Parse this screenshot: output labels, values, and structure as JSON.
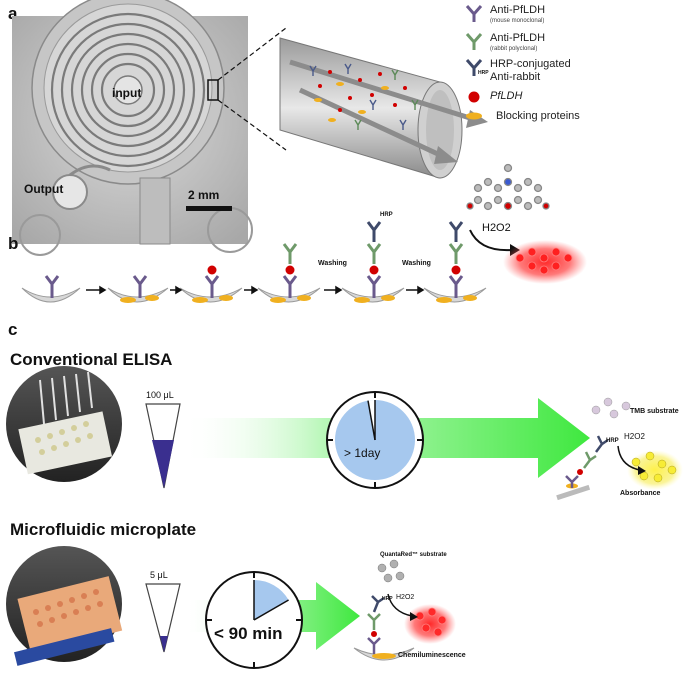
{
  "panels": {
    "a": "a",
    "b": "b",
    "c": "c"
  },
  "panel_a": {
    "input_label": "input",
    "output_label": "Output",
    "scale_bar": "2 mm",
    "legend": [
      {
        "main": "Anti-PfLDH",
        "sub": "(mouse monoclonal)",
        "icon": "antibody-purple-icon",
        "color": "#6a5a8c"
      },
      {
        "main": "Anti-PfLDH",
        "sub": "(rabbit polyclonal)",
        "icon": "antibody-green-icon",
        "color": "#6f9a6a"
      },
      {
        "main": "HRP-conjugated",
        "main2": "Anti-rabbit",
        "icon": "hrp-antibody-icon",
        "hrp": "HRP",
        "color": "#3f4a6a"
      },
      {
        "main": "PfLDH",
        "icon": "red-sphere-icon",
        "color": "#d10000"
      },
      {
        "main": "Blocking proteins",
        "icon": "blocking-protein-icon",
        "color": "#f0b020"
      }
    ]
  },
  "panel_b": {
    "washing_1": "Washing",
    "washing_2": "Washing",
    "h2o2": "H2O2",
    "hrp": "HRP"
  },
  "panel_c": {
    "conventional": {
      "title": "Conventional ELISA",
      "volume": "100 μL",
      "time": "> 1day",
      "substrate": "TMB substrate",
      "h2o2": "H2O2",
      "hrp": "HRP",
      "readout": "Absorbance"
    },
    "microfluidic": {
      "title": "Microfluidic microplate",
      "volume": "5 μL",
      "time": "< 90 min",
      "substrate": "QuantaRed™ substrate",
      "h2o2": "H2O2",
      "hrp": "HRP",
      "readout": "Chemiluminescence"
    }
  },
  "colors": {
    "arrow_green": "#55ee55",
    "clock_fill": "#a6c8ee",
    "liquid": "#3a2f8f",
    "glow_red": "#ff3030",
    "glow_yellow": "#f5ee4a"
  }
}
